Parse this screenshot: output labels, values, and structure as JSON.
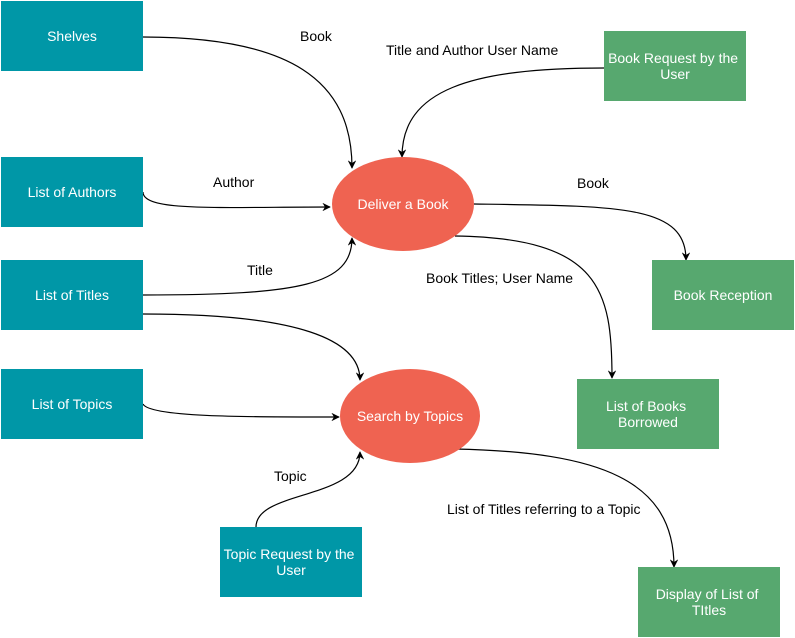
{
  "colors": {
    "teal": "#0097a7",
    "green": "#57a86f",
    "process": "#ef6351",
    "text_light": "#ffffff",
    "text_dark": "#000000"
  },
  "nodes": {
    "shelves": "Shelves",
    "list_of_authors": "List of Authors",
    "list_of_titles": "List of Titles",
    "list_of_topics": "List of Topics",
    "topic_request": [
      "Topic Request by the",
      "User"
    ],
    "book_request": [
      "Book Request by the",
      "User"
    ],
    "book_reception": "Book Reception",
    "list_books_borrowed": [
      "List of Books",
      "Borrowed"
    ],
    "display_titles": [
      "Display of List of",
      "TItles"
    ],
    "deliver_book": "Deliver a Book",
    "search_topics": "Search by Topics"
  },
  "edges": {
    "book_1": "Book",
    "title_author_user": "Title and Author User Name",
    "author": "Author",
    "book_2": "Book",
    "title": "Title",
    "book_titles_user": "Book Titles; User Name",
    "topic": "Topic",
    "titles_topic": "List of Titles referring to a Topic"
  }
}
